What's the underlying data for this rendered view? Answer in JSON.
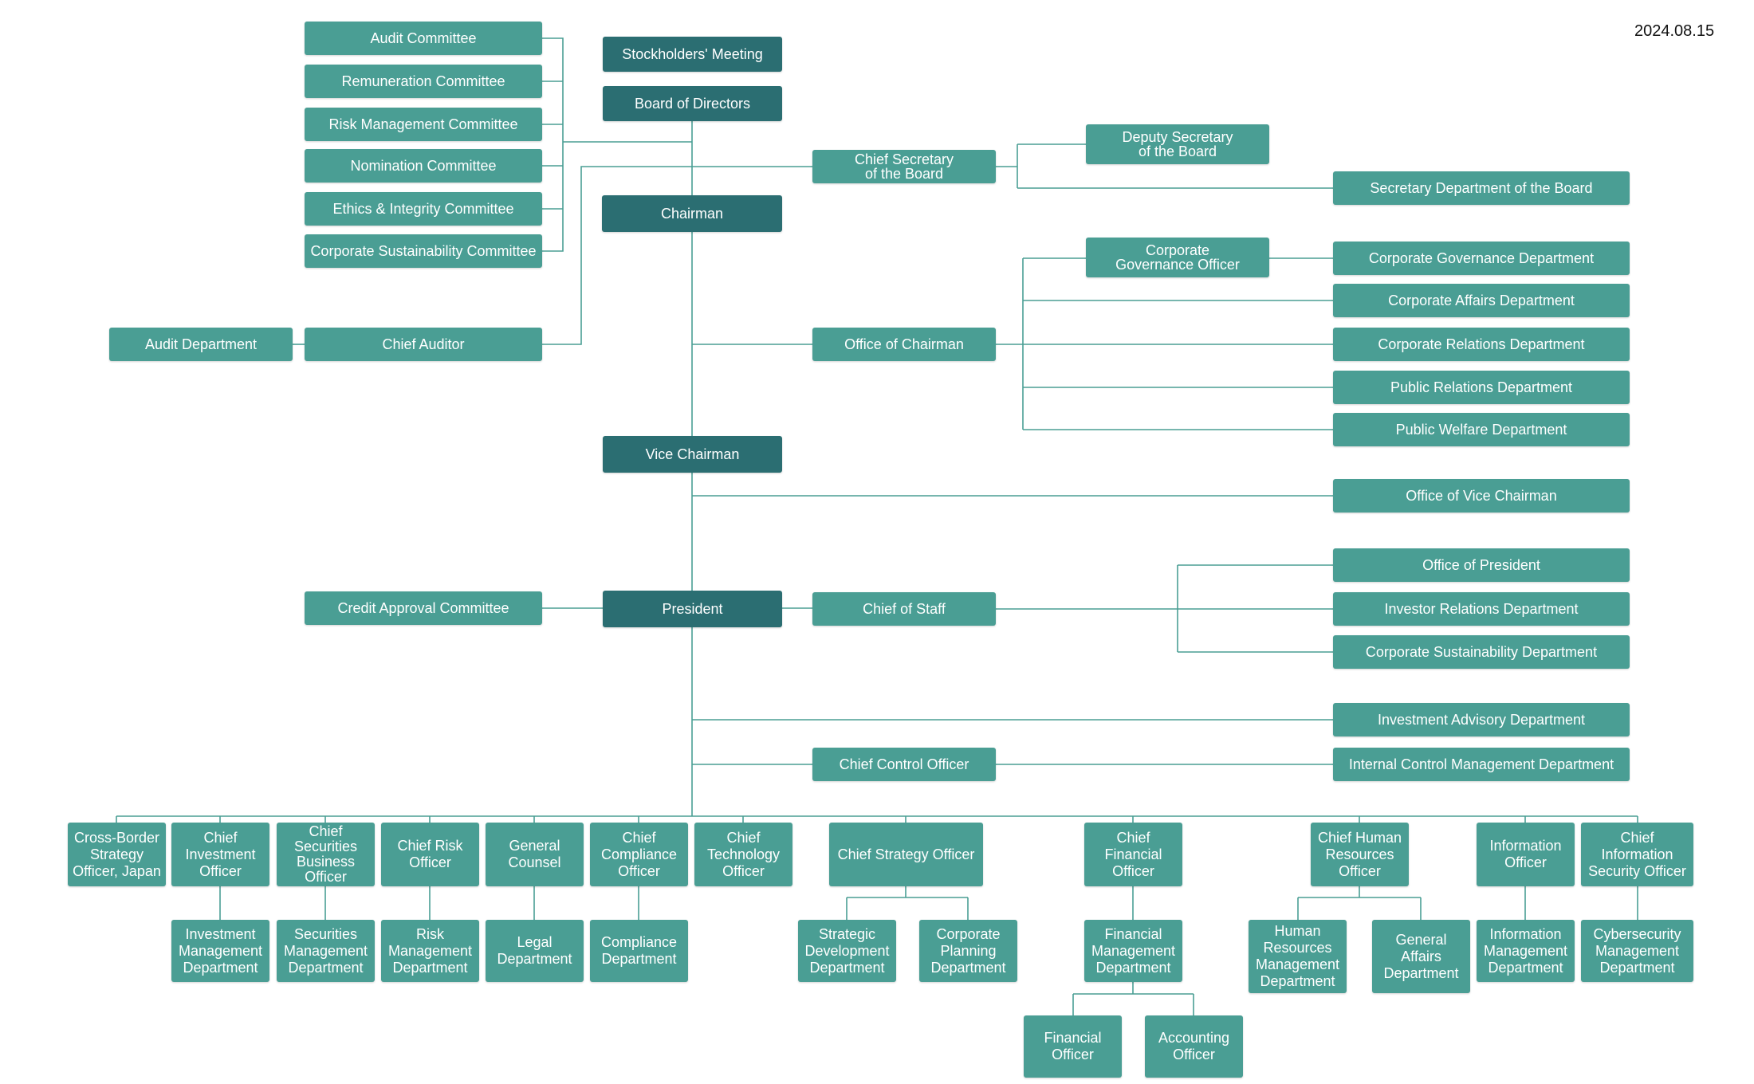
{
  "date": "2024.08.15",
  "colors": {
    "node": "#4a9e94",
    "leadership": "#2b6e72",
    "line": "#4a9e94",
    "text": "#ffffff"
  },
  "nodes": {
    "audit_committee": "Audit Committee",
    "remuneration_committee": "Remuneration Committee",
    "risk_management_committee": "Risk Management Committee",
    "nomination_committee": "Nomination Committee",
    "ethics_integrity_committee": "Ethics & Integrity Committee",
    "corporate_sustainability_committee": "Corporate Sustainability Committee",
    "stockholders_meeting": "Stockholders' Meeting",
    "board_of_directors": "Board of Directors",
    "chief_secretary": "Chief Secretary\nof the Board",
    "deputy_secretary": "Deputy Secretary\nof the Board",
    "secretary_department": "Secretary Department of the Board",
    "chairman": "Chairman",
    "corporate_governance_officer": "Corporate\nGovernance Officer",
    "corporate_governance_department": "Corporate Governance Department",
    "corporate_affairs_department": "Corporate Affairs Department",
    "corporate_relations_department": "Corporate Relations Department",
    "public_relations_department": "Public Relations Department",
    "public_welfare_department": "Public Welfare Department",
    "office_of_chairman": "Office of Chairman",
    "audit_department": "Audit Department",
    "chief_auditor": "Chief Auditor",
    "vice_chairman": "Vice Chairman",
    "office_of_vice_chairman": "Office of Vice Chairman",
    "credit_approval_committee": "Credit Approval Committee",
    "president": "President",
    "chief_of_staff": "Chief of Staff",
    "office_of_president": "Office of President",
    "investor_relations_department": "Investor Relations Department",
    "corporate_sustainability_department": "Corporate Sustainability Department",
    "investment_advisory_department": "Investment Advisory Department",
    "chief_control_officer": "Chief Control Officer",
    "internal_control_department": "Internal Control Management Department",
    "cross_border_officer": "Cross-Border\nStrategy\nOfficer, Japan",
    "chief_investment_officer": "Chief\nInvestment\nOfficer",
    "chief_securities_officer": "Chief\nSecurities\nBusiness\nOfficer",
    "chief_risk_officer": "Chief Risk\nOfficer",
    "general_counsel": "General\nCounsel",
    "chief_compliance_officer": "Chief\nCompliance\nOfficer",
    "chief_technology_officer": "Chief\nTechnology\nOfficer",
    "chief_strategy_officer": "Chief Strategy Officer",
    "chief_financial_officer": "Chief\nFinancial\nOfficer",
    "chief_hr_officer": "Chief Human\nResources\nOfficer",
    "information_officer": "Information\nOfficer",
    "chief_info_security_officer": "Chief\nInformation\nSecurity Officer",
    "investment_management_department": "Investment\nManagement\nDepartment",
    "securities_management_department": "Securities\nManagement\nDepartment",
    "risk_management_department": "Risk\nManagement\nDepartment",
    "legal_department": "Legal\nDepartment",
    "compliance_department": "Compliance\nDepartment",
    "strategic_development_department": "Strategic\nDevelopment\nDepartment",
    "corporate_planning_department": "Corporate\nPlanning\nDepartment",
    "financial_management_department": "Financial\nManagement\nDepartment",
    "hr_management_department": "Human\nResources\nManagement\nDepartment",
    "general_affairs_department": "General\nAffairs\nDepartment",
    "information_management_department": "Information\nManagement\nDepartment",
    "cybersecurity_management_department": "Cybersecurity\nManagement\nDepartment",
    "financial_officer": "Financial\nOfficer",
    "accounting_officer": "Accounting\nOfficer"
  }
}
